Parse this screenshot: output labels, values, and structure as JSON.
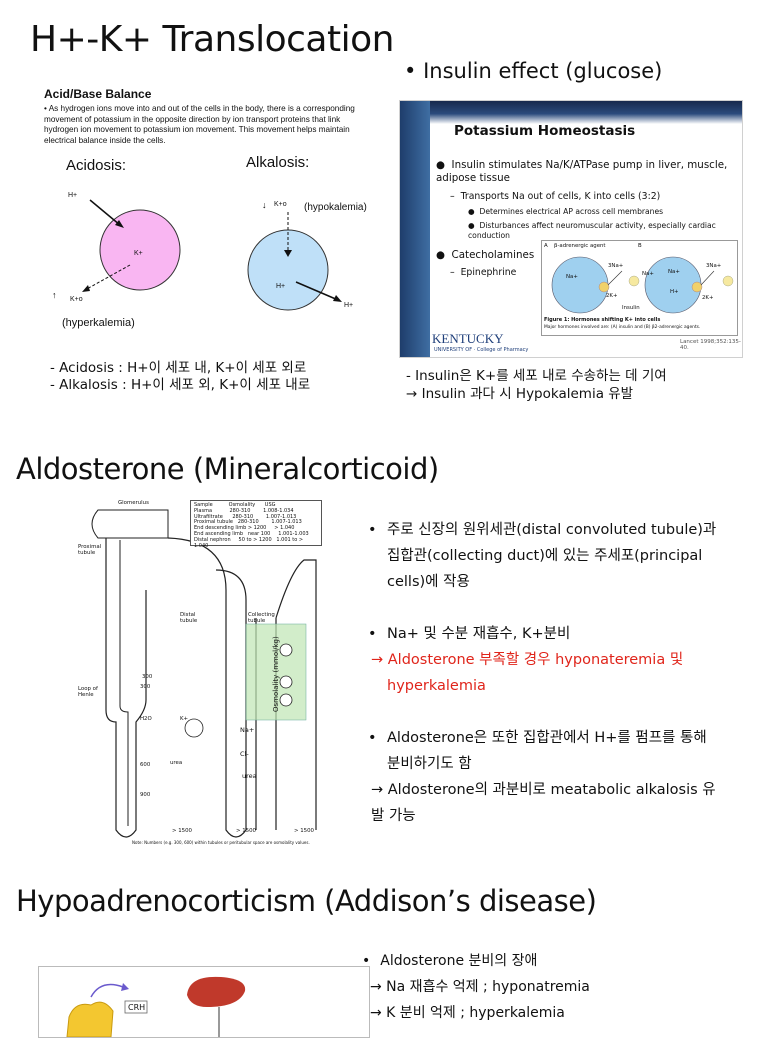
{
  "section1": {
    "title": "H+-K+ Translocation",
    "insulin_bullet": "Insulin effect (glucose)",
    "acid_base": {
      "title": "Acid/Base Balance",
      "paragraph": "• As hydrogen ions move into and out of the cells in the body, there is a corresponding movement of potassium in the opposite direction by ion transport proteins that link hydrogen ion movement to potassium ion movement. This movement helps maintain electrical balance inside the cells.",
      "acidosis_label": "Acidosis:",
      "alkalosis_label": "Alkalosis:",
      "h_plus": "H+",
      "k_plus": "K+",
      "k_o": "K+o",
      "hypokalemia": "(hypokalemia)",
      "hyperkalemia": "(hyperkalemia)",
      "note1": "-  Acidosis : H+이 세포 내, K+이 세포 외로",
      "note2": "-  Alkalosis : H+이 세포 외, K+이 세포 내로"
    },
    "slide": {
      "title": "Potassium Homeostasis",
      "b1": "Insulin stimulates Na/K/ATPase pump in liver, muscle, adipose tissue",
      "b1_sub": "Transports Na out of cells, K into cells (3:2)",
      "b1_sub_a": "Determines electrical AP across cell membranes",
      "b1_sub_b": "Disturbances affect neuromuscular activity, especially cardiac conduction",
      "b2": "Catecholamines",
      "b2_sub": "Epinephrine",
      "inset_a": "A",
      "inset_b": "B",
      "inset_agent": "β-adrenergic agent",
      "inset_na": "Na+",
      "inset_3na": "3Na+",
      "inset_2k": "2K+",
      "inset_h": "H+",
      "inset_insulin": "Insulin",
      "inset_caption1": "Figure 1: Hormones shifting K+ into cells",
      "inset_caption2": "Major hormones involved are: (A) insulin and (B) β2-adrenergic agents.",
      "logo": "KENTUCKY",
      "logo_small": "UNIVERSITY OF · College of Pharmacy",
      "cite": "Lancet 1998;352:135-40."
    },
    "insulin_note1": "-  Insulin은 K+를 세포 내로 수송하는 데 기여",
    "insulin_note2": "→ Insulin 과다 시 Hypokalemia 유발"
  },
  "section2": {
    "title": "Aldosterone (Mineralcorticoid)",
    "nephron": {
      "glomerulus": "Glomerulus",
      "proximal": "Proximal tubule",
      "distal": "Distal tubule",
      "collecting": "Collecting tubule",
      "loop": "Loop of Henle",
      "axis": "Osmolality (mmol/kg)",
      "v300a": "300",
      "v300b": "300",
      "v600": "600",
      "v900": "900",
      "v1500a": "> 1500",
      "v1500b": "> 1500",
      "v1500c": "> 1500",
      "urea1": "urea",
      "urea2": "urea",
      "na": "Na+",
      "cl": "Cl-",
      "k": "K+",
      "h2o": "H2O",
      "footnote": "Note: Numbers (e.g. 300, 600) within tubules or peritubular space are osmolality values."
    },
    "bullets": {
      "b1": "주로 신장의 원위세관(distal convoluted tubule)과 집합관(collecting duct)에 있는 주세포(principal cells)에 작용",
      "b2": "Na+ 및 수분 재흡수, K+분비",
      "b2_red": "→ Aldosterone 부족할 경우 hyponateremia  및 hyperkalemia",
      "b3": "Aldosterone은 또한 집합관에서 H+를 펌프를 통해 분비하기도 함",
      "b3_arrow": "→ Aldosterone의 과분비로 meatabolic alkalosis 유발 가능"
    }
  },
  "section3": {
    "title": "Hypoadrenocorticism (Addison’s disease)",
    "crh": "CRH",
    "b1": "Aldosterone 분비의 장애",
    "b1_a": "→ Na 재흡수 억제 ; hyponatremia",
    "b1_b": "→ K 분비 억제 ; hyperkalemia"
  },
  "colors": {
    "red_text": "#e0251b",
    "acidosis_cell": "#f9b6f2",
    "alkalosis_cell": "#bfe0f8",
    "slide_accent": "#1e3d6b"
  }
}
